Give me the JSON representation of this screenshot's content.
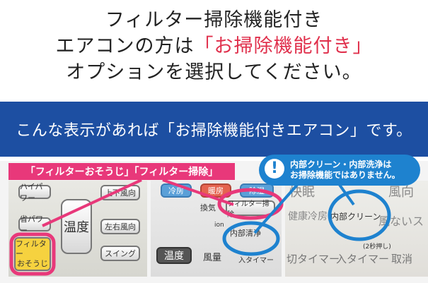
{
  "headline": {
    "line1": "フィルター掃除機能付き",
    "line2_prefix": "エアコンの方は",
    "line2_highlight": "「お掃除機能付き」",
    "line3": "オプションを選択してください。"
  },
  "banner": {
    "text": "こんな表示があれば「お掃除機能付きエアコン」です。"
  },
  "tag": {
    "text": "「フィルターおそうじ」「フィルター掃除」"
  },
  "note": {
    "line1": "内部クリーン・内部洗浄は",
    "line2": "お掃除機能ではありません。",
    "icon": "!"
  },
  "remote1": {
    "highpower": "ハイパワー",
    "updown": "上下風向",
    "kazamuki": "左右風向",
    "swing": "スイング",
    "eco": "省パワー",
    "ondo": "温度",
    "filter_line1": "フィルター",
    "filter_line2": "おそうじ"
  },
  "remote2": {
    "reibo": "冷房",
    "danbo": "暖房",
    "joshitsu": "除湿",
    "kanki": "換気",
    "filter": "フィルター掃除",
    "naibu": "内部清浄",
    "ondo": "温度",
    "fuuryou": "風量",
    "ion": "ion",
    "timer": "入タイマー"
  },
  "remote3": {
    "kaimin": "快眠",
    "fuukou": "風向",
    "kenkou": "健康冷房",
    "naibu": "内部クリーン",
    "kaze": "風ないス",
    "timer_off": "切タイマー",
    "timer_on": "入タイマー",
    "cancel": "取消",
    "small": "(2秒押し)"
  },
  "colors": {
    "accent": "#e0304c",
    "banner": "#1d4fa2",
    "pink": "#e8387a",
    "blue": "#1e82cf"
  }
}
